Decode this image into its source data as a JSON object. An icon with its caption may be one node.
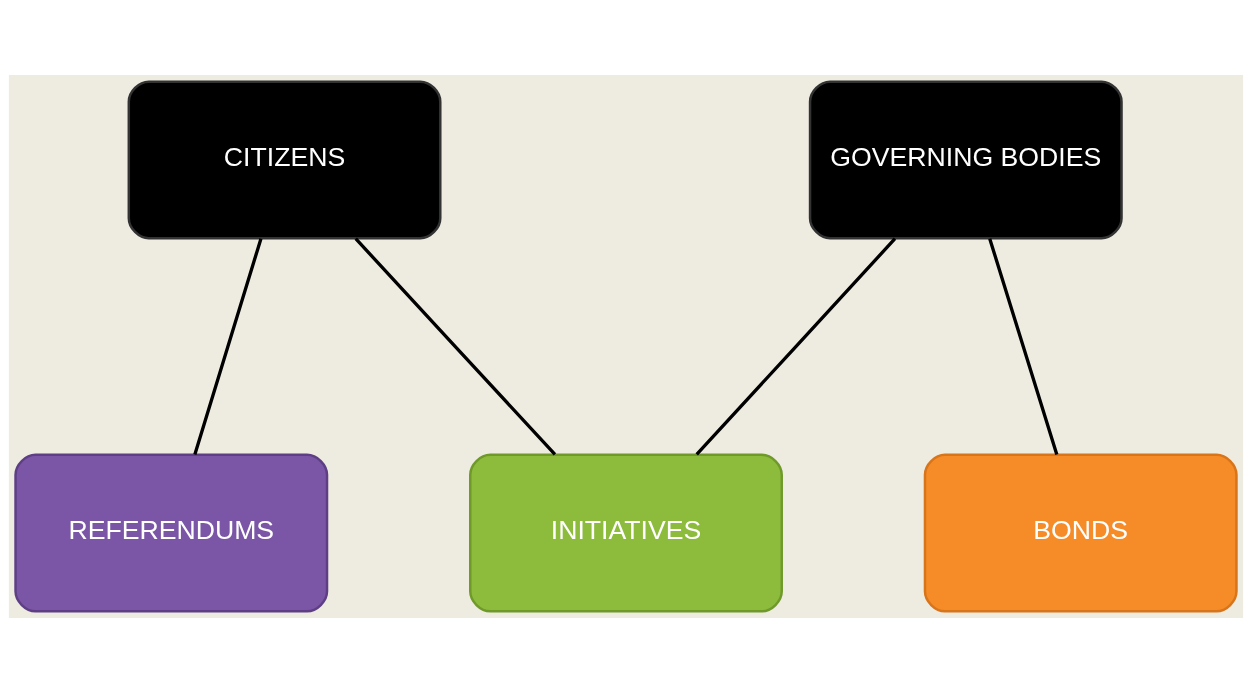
{
  "diagram": {
    "nodes": [
      {
        "text": [
          "CITIZENS"
        ]
      },
      {
        "text": [
          "GOVERNING BODIES"
        ]
      },
      {
        "text": [
          "REFERENDUMS"
        ]
      },
      {
        "text": [
          "INITIATIVES"
        ]
      },
      {
        "text": [
          "BONDS"
        ]
      }
    ],
    "edges": [
      {
        "from": 0,
        "to": 2,
        "arrow": "none"
      },
      {
        "from": 0,
        "to": 3,
        "arrow": "none"
      },
      {
        "from": 1,
        "to": 3,
        "arrow": "none"
      },
      {
        "from": 1,
        "to": 4,
        "arrow": "none"
      }
    ]
  }
}
